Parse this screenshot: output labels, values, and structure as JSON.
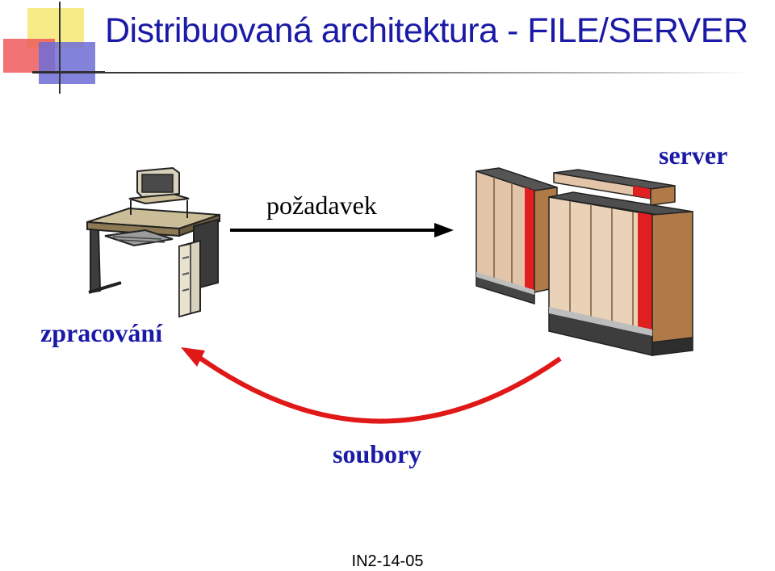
{
  "slide": {
    "title": "Distribuovaná architektura - FILE/SERVER",
    "footer": "IN2-14-05"
  },
  "diagram": {
    "server_label": "server",
    "request_label": "požadavek",
    "processing_label": "zpracování",
    "files_label": "soubory"
  },
  "colors": {
    "title": "#1a1aa6",
    "label_blue": "#1a1aa6",
    "request_arrow": "#000000",
    "files_arrow": "#e01818",
    "server_stripe": "#e02020",
    "server_body": "#b07a48"
  }
}
